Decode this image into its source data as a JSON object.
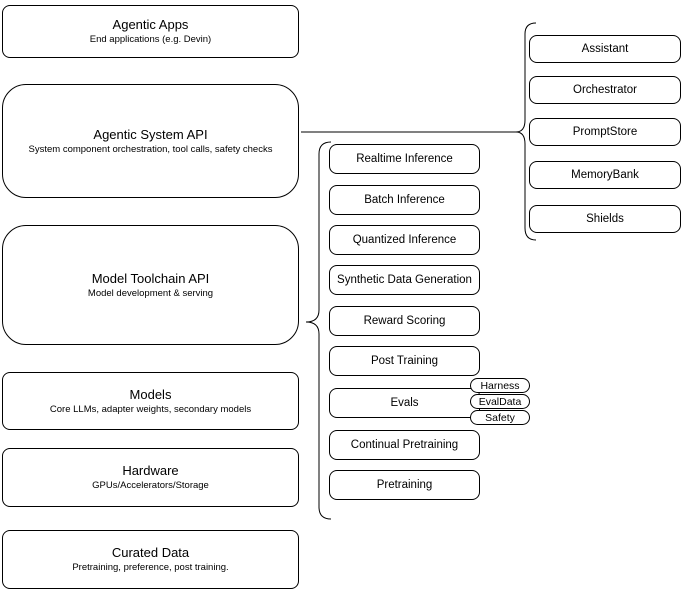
{
  "stack": [
    {
      "title": "Agentic Apps",
      "subtitle": "End applications (e.g. Devin)"
    },
    {
      "title": "Agentic System API",
      "subtitle": "System component orchestration, tool calls, safety checks"
    },
    {
      "title": "Model Toolchain API",
      "subtitle": "Model development & serving"
    },
    {
      "title": "Models",
      "subtitle": "Core LLMs, adapter weights, secondary models"
    },
    {
      "title": "Hardware",
      "subtitle": "GPUs/Accelerators/Storage"
    },
    {
      "title": "Curated Data",
      "subtitle": "Pretraining, preference, post training."
    }
  ],
  "toolchain": [
    "Realtime Inference",
    "Batch Inference",
    "Quantized Inference",
    "Synthetic Data Generation",
    "Reward Scoring",
    "Post Training",
    "Evals",
    "Continual Pretraining",
    "Pretraining"
  ],
  "eval_tags": [
    "Harness",
    "EvalData",
    "Safety"
  ],
  "components": [
    "Assistant",
    "Orchestrator",
    "PromptStore",
    "MemoryBank",
    "Shields"
  ],
  "colors": {
    "stroke": "#000000",
    "fill": "#ffffff",
    "text": "#000000"
  }
}
